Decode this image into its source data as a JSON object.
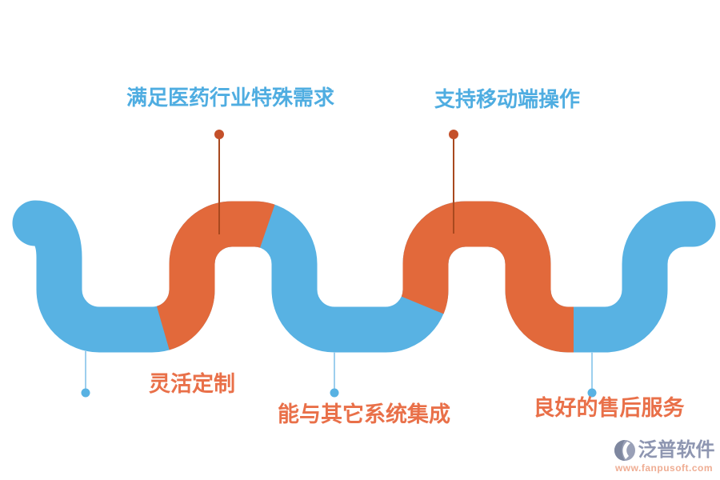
{
  "labels": {
    "top": [
      {
        "text": "满足医药行业特殊需求"
      },
      {
        "text": "支持移动端操作"
      }
    ],
    "bottom": [
      {
        "text": "灵活定制"
      },
      {
        "text": "能与其它系统集成"
      },
      {
        "text": "良好的售后服务"
      }
    ]
  },
  "logo": {
    "name": "泛普软件",
    "url": "www.fanpusoft.com"
  },
  "colors": {
    "wave_blue": "#58B2E3",
    "wave_orange": "#E2693B",
    "top_label_blue": "#4FADE1",
    "bottom_label_orange": "#E97049",
    "marker_dot_red": "#C4502A",
    "marker_line_red": "#A8491F",
    "marker_dot_blue": "#58B2E3",
    "marker_line_blue": "#9DCFEE",
    "logo_text": "#8E96B1",
    "logo_url": "#EFAD93",
    "background": "#FFFFFF"
  }
}
